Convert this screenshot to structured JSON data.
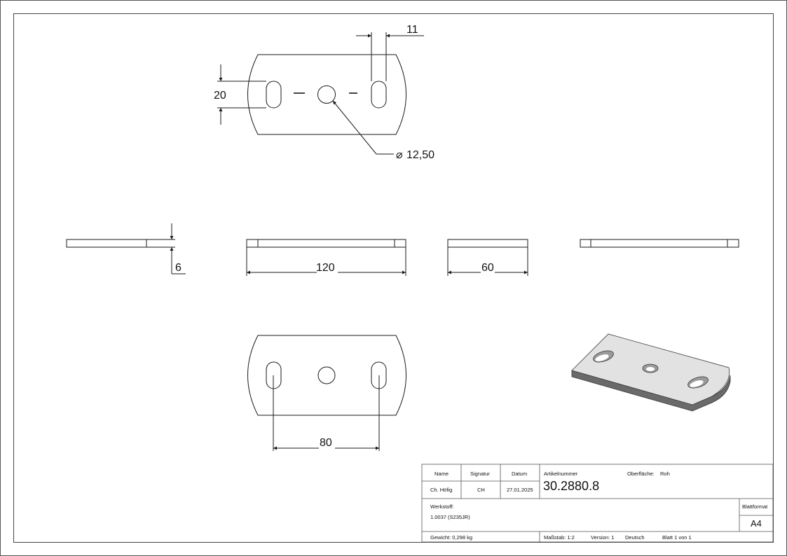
{
  "drawing": {
    "dimensions": {
      "slot_width": "11",
      "slot_length": "20",
      "hole_diameter": "12,50",
      "diameter_symbol": "⌀",
      "thickness": "6",
      "length": "120",
      "width": "60",
      "slot_spacing": "80"
    }
  },
  "title_block": {
    "headers": {
      "name": "Name",
      "signatur": "Signatur",
      "datum": "Datum"
    },
    "values": {
      "name": "Ch. Höfig",
      "signatur": "CH",
      "datum": "27.01.2025"
    },
    "artikelnummer_label": "Artikelnummer",
    "artikelnummer": "30.2880.8",
    "oberflaeche_label": "Oberfläche:",
    "oberflaeche": "Roh",
    "werkstoff_label": "Werkstoff:",
    "werkstoff": "1.0037 (S235JR)",
    "blattformat_label": "Blattformat",
    "blattformat": "A4",
    "gewicht": "Gewicht: 0,298 kg",
    "massstab": "Maßstab: 1:2",
    "version": "Version: 1",
    "sprache": "Deutsch",
    "blatt": "Blatt 1 von 1"
  },
  "colors": {
    "line": "#1a1a1a",
    "iso_top": "#e2e2e2",
    "iso_side": "#6a6a6a",
    "iso_hole": "#9a9a9a"
  }
}
